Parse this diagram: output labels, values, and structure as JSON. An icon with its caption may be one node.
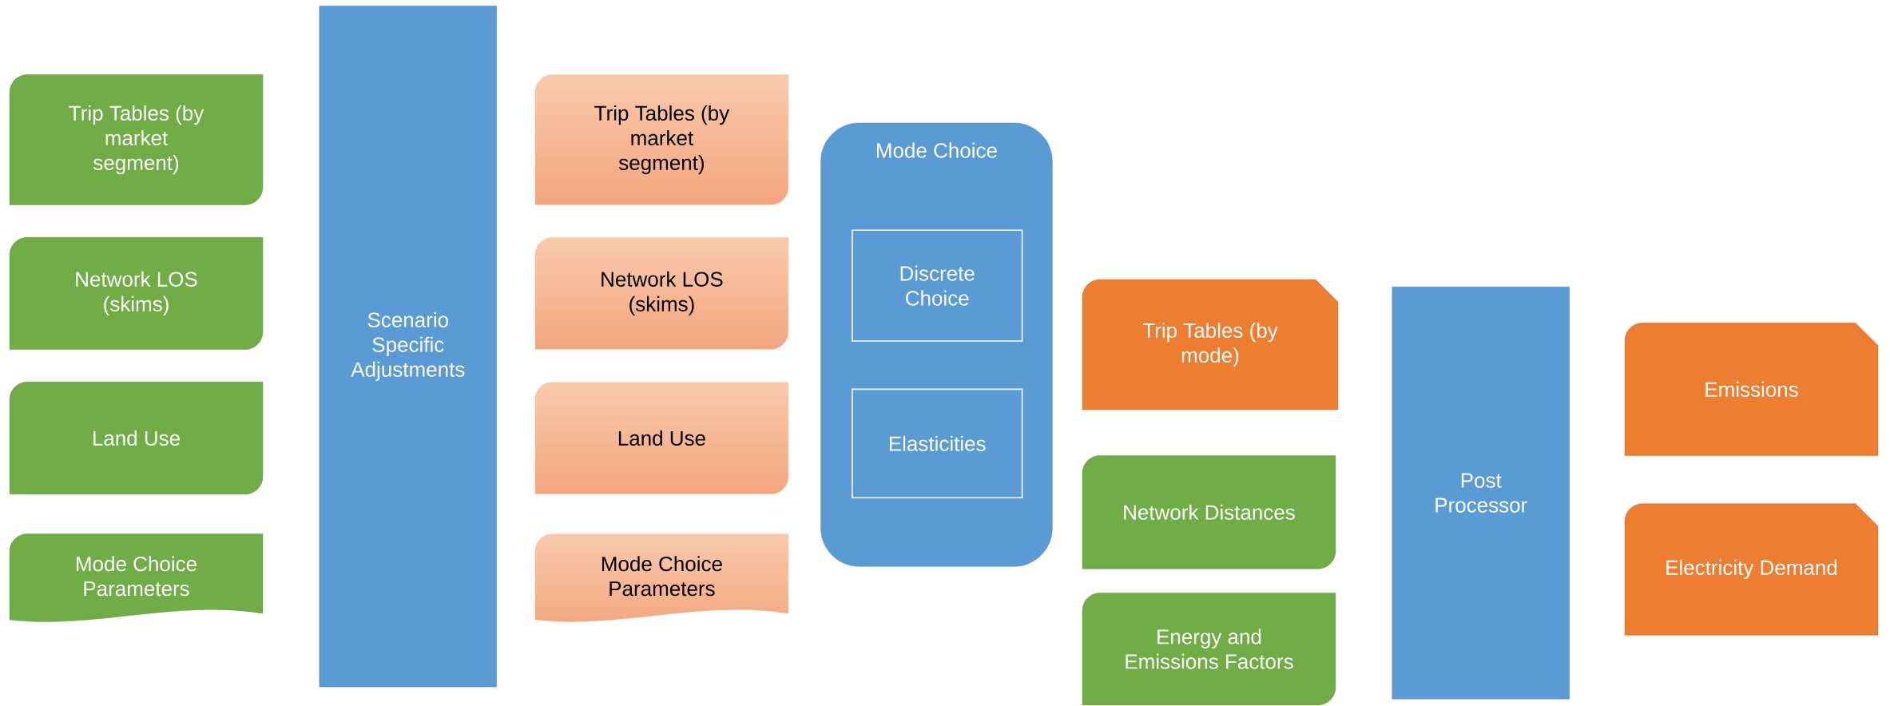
{
  "diagram": {
    "nodes": [
      {
        "text": [
          "Trip Tables (by market segment)"
        ]
      },
      {
        "text": [
          "Network LOS (skims)"
        ]
      },
      {
        "text": [
          "Land Use"
        ]
      },
      {
        "text": [
          "Mode Choice Parameters"
        ]
      },
      {
        "text": [
          "Scenario Specific Adjustments"
        ]
      },
      {
        "text": [
          "Trip Tables (by market segment)"
        ]
      },
      {
        "text": [
          "Network LOS (skims)"
        ]
      },
      {
        "text": [
          "Land Use"
        ]
      },
      {
        "text": [
          "Mode Choice Parameters"
        ]
      },
      {
        "text": [
          "Mode Choice"
        ]
      },
      {
        "text": [
          "Discrete Choice"
        ],
        "in": 9
      },
      {
        "text": [
          "Elasticities"
        ],
        "in": 9
      },
      {
        "text": [
          "Trip Tables (by mode)"
        ]
      },
      {
        "text": [
          "Network Distances"
        ]
      },
      {
        "text": [
          "Energy and Emissions Factors"
        ]
      },
      {
        "text": [
          "Post Processor"
        ]
      },
      {
        "text": [
          "Emissions"
        ]
      },
      {
        "text": [
          "Electricity Demand"
        ]
      }
    ]
  }
}
